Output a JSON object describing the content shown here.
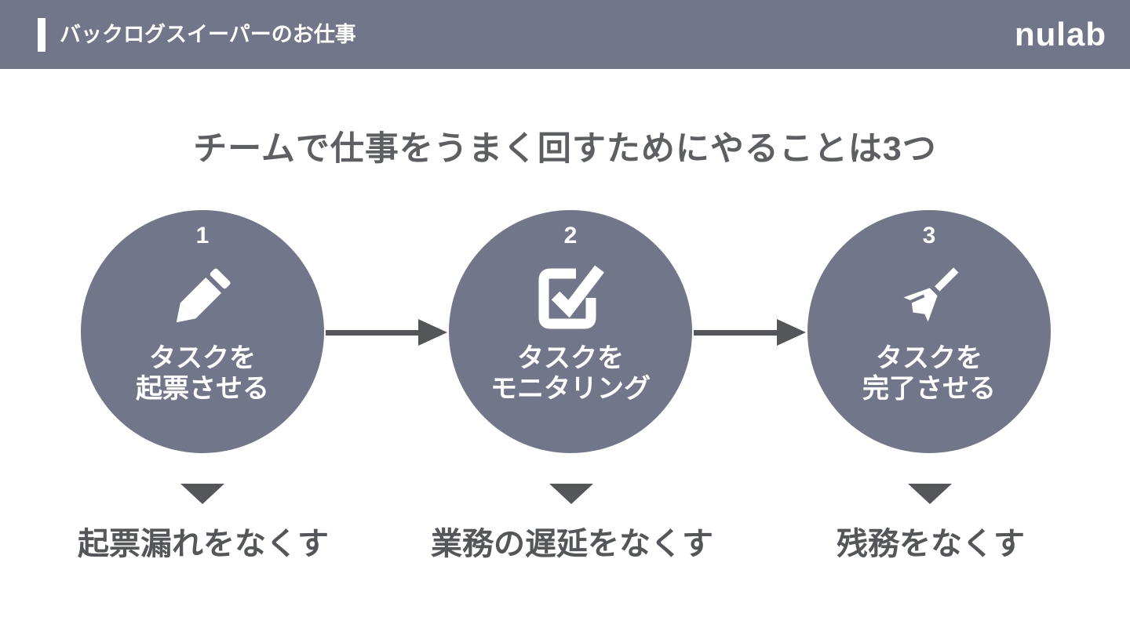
{
  "colors": {
    "brand": "#72768A",
    "title_text": "#5E5F63",
    "dark_text": "#55565A",
    "white": "#FFFFFF"
  },
  "header": {
    "title": "バックログスイーパーのお仕事",
    "logo_text": "nulab"
  },
  "main": {
    "heading": "チームで仕事をうまく回すためにやることは3つ"
  },
  "steps": [
    {
      "number": "1",
      "icon": "pencil-icon",
      "label_lines": [
        "タスクを",
        "起票させる"
      ],
      "outcome": "起票漏れをなくす"
    },
    {
      "number": "2",
      "icon": "check-square-icon",
      "label_lines": [
        "タスクを",
        "モニタリング"
      ],
      "outcome": "業務の遅延をなくす"
    },
    {
      "number": "3",
      "icon": "broom-icon",
      "label_lines": [
        "タスクを",
        "完了させる"
      ],
      "outcome": "残務をなくす"
    }
  ]
}
